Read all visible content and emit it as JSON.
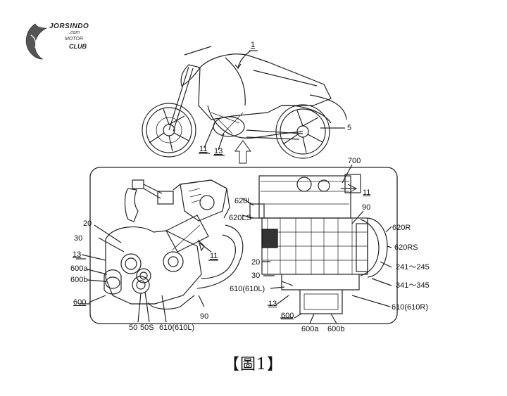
{
  "logo": {
    "wordmark": "JORSINDO",
    "sub1": ".com",
    "sub2": "MOTOR",
    "sub3": "CLUB"
  },
  "callouts": {
    "motorcycle": "1",
    "rear_fork": "5",
    "engine_left": "11",
    "engine_right": "13"
  },
  "left_view": {
    "l20": "20",
    "l30": "30",
    "l13": "13",
    "l600a": "600a",
    "l600b": "600b",
    "l600": "600",
    "l11": "11",
    "l90": "90",
    "l50": "50",
    "l50s": "50S",
    "l610": "610(610L)"
  },
  "right_view": {
    "l700": "700",
    "l11": "11",
    "l620l": "620L",
    "l620ls": "620LS",
    "l90": "90",
    "l620r": "620R",
    "l620rs": "620RS",
    "l20": "20",
    "l241": "241～245",
    "l30": "30",
    "l341": "341～345",
    "l610l": "610(610L)",
    "l13": "13",
    "l610r": "610(610R)",
    "l600": "600",
    "l600a": "600a",
    "l600b": "600b"
  },
  "caption": "【圖1】"
}
